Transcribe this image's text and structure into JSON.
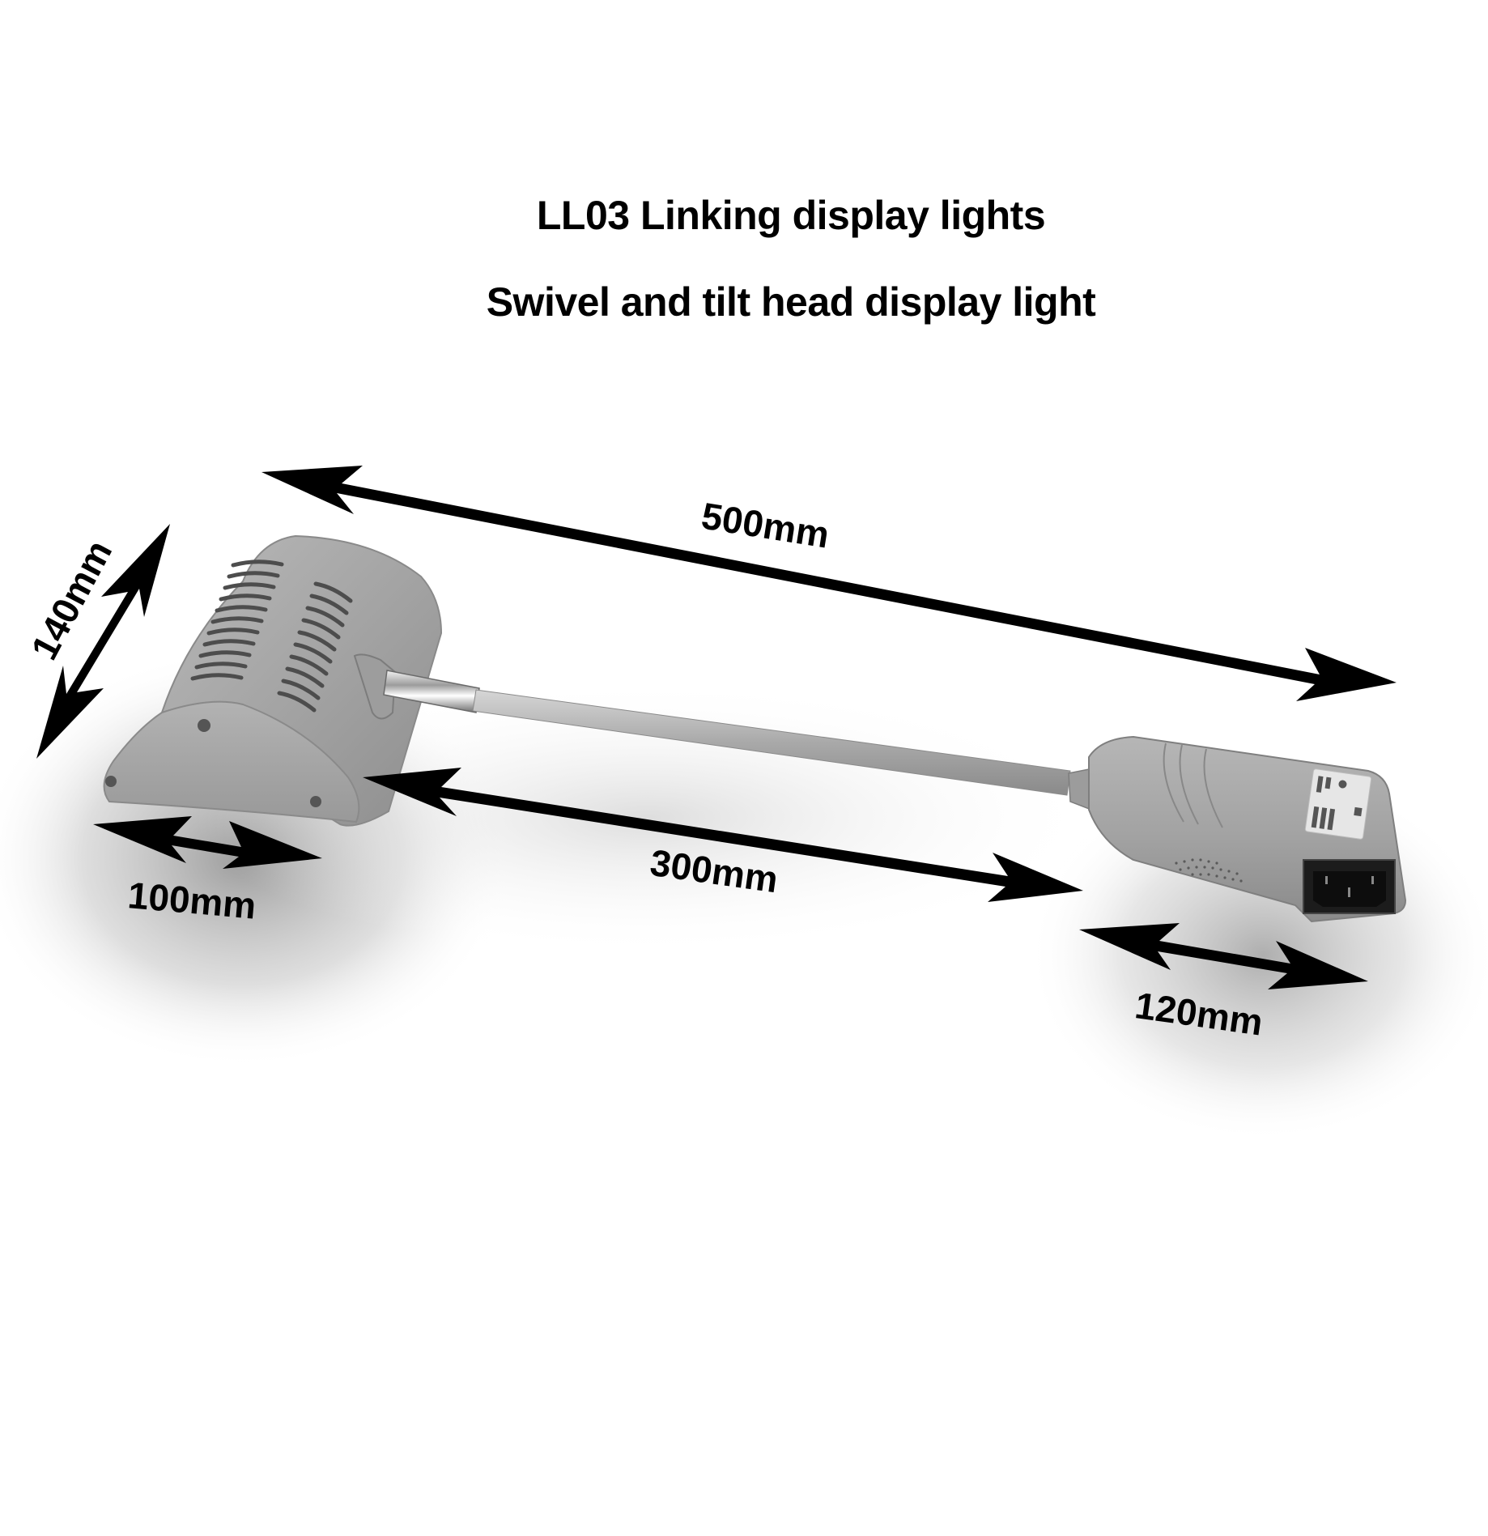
{
  "header": {
    "title": "LL03 Linking display lights",
    "subtitle": "Swivel and tilt head display light"
  },
  "dimensions": {
    "overall_length": "500mm",
    "arm_length": "300mm",
    "head_height": "140mm",
    "head_depth": "100mm",
    "driver_box_length": "120mm"
  },
  "product": {
    "name": "LL03 swivel and tilt head display light",
    "parts": [
      "lamp-head",
      "chrome-collar",
      "arm-rod",
      "driver-box",
      "power-socket"
    ],
    "colors": {
      "housing": "#a8a8a8",
      "housing_dark": "#8c8c8c",
      "arrow": "#000000",
      "background": "#ffffff"
    }
  }
}
